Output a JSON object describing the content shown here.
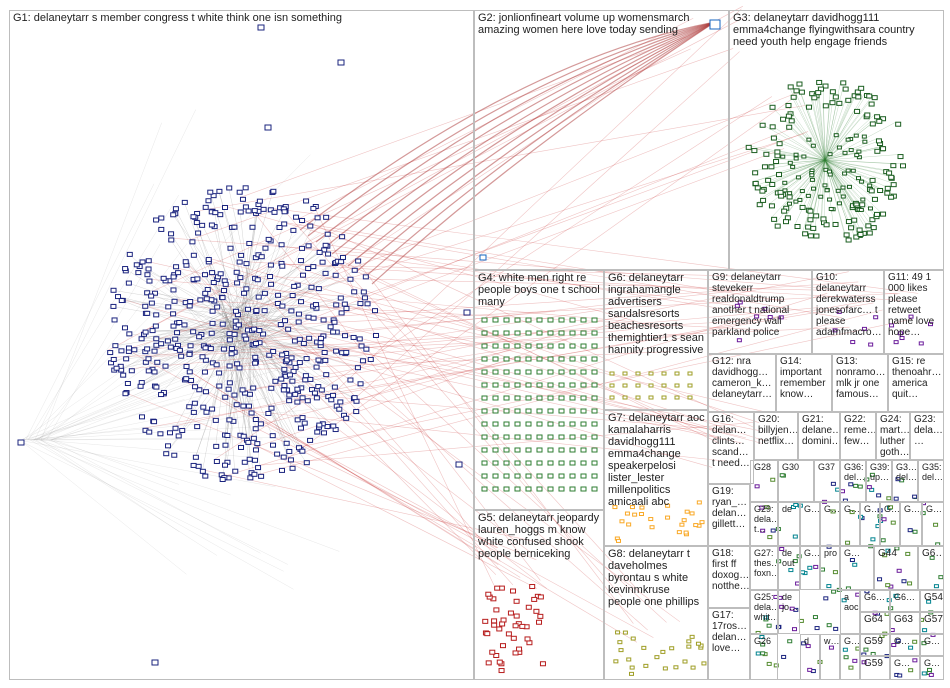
{
  "groups": [
    {
      "id": "G1",
      "label": "G1: delaneytarr s member congress t white think one isn something"
    },
    {
      "id": "G2",
      "label": "G2: jonlionfineart volume up womensmarch amazing women here love today sending"
    },
    {
      "id": "G3",
      "label": "G3: delaneytarr davidhogg111 emma4change flyingwithsara country need youth help engage friends"
    },
    {
      "id": "G4",
      "label": "G4: white men right re people boys one t school many"
    },
    {
      "id": "G5",
      "label": "G5: delaneytarr jeopardy lauren_hoggs m know white confused shook people berniceking"
    },
    {
      "id": "G6",
      "label": "G6: delaneytarr ingrahamangle advertisers sandalsresorts beachesresorts themightier1 s sean hannity progressive"
    },
    {
      "id": "G7",
      "label": "G7: delaneytarr aoc kamalaharris davidhogg111 emma4change speakerpelosi lister_lester millenpolitics amicaali abc"
    },
    {
      "id": "G8",
      "label": "G8: delaneytarr t daveholmes byrontau s white kevinmkruse people one phillips"
    },
    {
      "id": "G9",
      "label": "G9: delaneytarr stevekerr realdonaldtrump another t national emergency wall parkland police"
    },
    {
      "id": "G10",
      "label": "G10: delaneytarr derekwaterss jonesofarc… t please adamfmacro…"
    },
    {
      "id": "G11",
      "label": "G11: 49 1 000 likes please retweet name love hope…"
    },
    {
      "id": "G12",
      "label": "G12: nra davidhogg… cameron_k… delaneytarr…"
    },
    {
      "id": "G14",
      "label": "G14: important remember know…"
    },
    {
      "id": "G13",
      "label": "G13: nonramo… mlk jr one famous…"
    },
    {
      "id": "G15",
      "label": "G15: re thenoahr… america quit…"
    },
    {
      "id": "G16",
      "label": "G16: delan… clints… scand… t need…"
    },
    {
      "id": "G20",
      "label": "G20: billyjen… netflix…"
    },
    {
      "id": "G21",
      "label": "G21: delane… domini…"
    },
    {
      "id": "G22",
      "label": "G22: reme… few…"
    },
    {
      "id": "G24",
      "label": "G24: mart… luther goth…"
    },
    {
      "id": "G23",
      "label": "G23: dela… …"
    },
    {
      "id": "G19",
      "label": "G19: ryan_… delan… gillett…"
    },
    {
      "id": "G28",
      "label": "G28"
    },
    {
      "id": "G30",
      "label": "G30"
    },
    {
      "id": "G37",
      "label": "G37"
    },
    {
      "id": "G36",
      "label": "G36: del…"
    },
    {
      "id": "G39",
      "label": "G39: up…"
    },
    {
      "id": "G3x",
      "label": "G3… del…"
    },
    {
      "id": "G35",
      "label": "G35: del…"
    },
    {
      "id": "G29",
      "label": "G29: dela… t…"
    },
    {
      "id": "G18",
      "label": "G18: first ff doxog… notthe…"
    },
    {
      "id": "G27",
      "label": "G27: thes… foxn…"
    },
    {
      "id": "G25",
      "label": "G25: dela… whit…"
    },
    {
      "id": "G17",
      "label": "G17: 17ros… delan… love…"
    },
    {
      "id": "G26",
      "label": "G26"
    }
  ],
  "cells": [
    {
      "label": "de"
    },
    {
      "label": "de out"
    },
    {
      "label": "pro"
    },
    {
      "label": "a aoc"
    },
    {
      "label": "de jo…"
    },
    {
      "label": "d"
    },
    {
      "label": "w…"
    },
    {
      "label": "G…"
    },
    {
      "label": "G44"
    },
    {
      "label": "G6…"
    },
    {
      "label": "G54"
    },
    {
      "label": "G64"
    },
    {
      "label": "G63"
    },
    {
      "label": "G57"
    },
    {
      "label": "G59"
    },
    {
      "label": "G6…"
    },
    {
      "label": "G…"
    },
    {
      "label": "G…"
    },
    {
      "label": "G…"
    },
    {
      "label": "G…"
    },
    {
      "label": "G…"
    },
    {
      "label": "G…"
    },
    {
      "label": "G…"
    }
  ]
}
